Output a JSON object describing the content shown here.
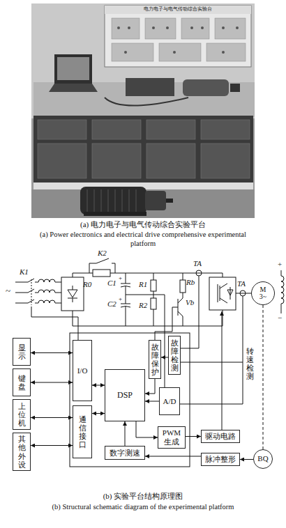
{
  "diagram": {
    "nodes": [
      {
        "text": [
          "显示"
        ]
      },
      {
        "text": [
          "键盘"
        ]
      },
      {
        "text": [
          "上位机"
        ]
      },
      {
        "text": [
          "其他外设"
        ]
      },
      {
        "text": [
          "I/O"
        ]
      },
      {
        "text": [
          "通信接口"
        ]
      },
      {
        "text": [
          "DSP"
        ]
      },
      {
        "text": [
          "故障保护"
        ]
      },
      {
        "text": [
          "故障检测"
        ]
      },
      {
        "text": [
          "A/D"
        ]
      },
      {
        "text": [
          "PWM生成"
        ]
      },
      {
        "text": [
          "数字测速"
        ]
      },
      {
        "text": [
          "驱动电路"
        ]
      },
      {
        "text": [
          "脉冲整形"
        ]
      },
      {
        "text": [
          "BQ"
        ]
      },
      {
        "text": [
          "M",
          "3~"
        ]
      }
    ],
    "edges": [
      {
        "from": 0,
        "to": 4,
        "arrow": "both"
      },
      {
        "from": 1,
        "to": 4,
        "arrow": "both"
      },
      {
        "from": 2,
        "to": 5,
        "arrow": "both"
      },
      {
        "from": 3,
        "to": 5,
        "arrow": "both"
      },
      {
        "from": 4,
        "to": 6,
        "arrow": "both"
      },
      {
        "from": 5,
        "to": 6,
        "arrow": "both"
      },
      {
        "from": 8,
        "to": 7,
        "arrow": "to"
      },
      {
        "from": 7,
        "to": 6,
        "arrow": "to"
      },
      {
        "from": 9,
        "to": 6,
        "arrow": "to"
      },
      {
        "from": 6,
        "to": 10,
        "arrow": "to"
      },
      {
        "from": 10,
        "to": 12,
        "arrow": "to"
      },
      {
        "from": 11,
        "to": 6,
        "arrow": "to"
      },
      {
        "from": 13,
        "to": 11,
        "arrow": "to"
      },
      {
        "from": 14,
        "to": 13,
        "arrow": "to"
      },
      {
        "from": 15,
        "to": 14,
        "arrow": "none"
      }
    ],
    "labels": [
      "电力电子与电气传动综合实验台",
      "(a) 电力电子与电气传动综合实验平台",
      "(a) Power electronics and electrical drive comprehensive experimental platform",
      "K2",
      "R0",
      "C1",
      "C2",
      "+",
      "+",
      "R1",
      "R2",
      "Rb",
      "Vb",
      "TA",
      "TA",
      "K1",
      "~",
      "+",
      "−",
      "转速检测",
      "(b) 实验平台结构原理图",
      "(b) Structural schematic diagram of the experimental platform"
    ]
  }
}
